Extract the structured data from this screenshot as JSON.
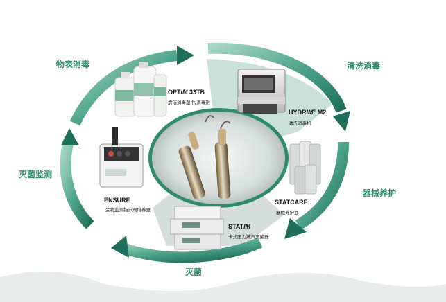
{
  "colors": {
    "accent": "#2f8a6e",
    "ring_light": "#8cc9b7",
    "ring_dark": "#1f6f5a",
    "segment_fill": "#bfdcd2",
    "background": "#ffffff"
  },
  "stages": {
    "disinfection": "物表消毒",
    "cleaning": "清洗消毒",
    "maintenance": "器械养护",
    "sterilization": "灭菌",
    "monitoring": "灭菌监测"
  },
  "products": {
    "optim": {
      "name_a": "OPT",
      "name_b": "IM",
      "name_c": " 33TB",
      "subtitle": "清洁消毒湿巾/消毒剂"
    },
    "hydrim": {
      "name_a": "HYDR",
      "name_b": "IM",
      "name_sup": "®",
      "name_c": " M2",
      "subtitle": "清洗消毒机"
    },
    "statcare": {
      "name": "STATCARE",
      "subtitle": "器械养护油"
    },
    "statim": {
      "name_a": "STAT",
      "name_b": "IM",
      "subtitle": "卡式压力蒸汽灭菌器"
    },
    "ensure": {
      "name": "ENSURE",
      "subtitle": "生物监测指示剂培养器"
    }
  }
}
